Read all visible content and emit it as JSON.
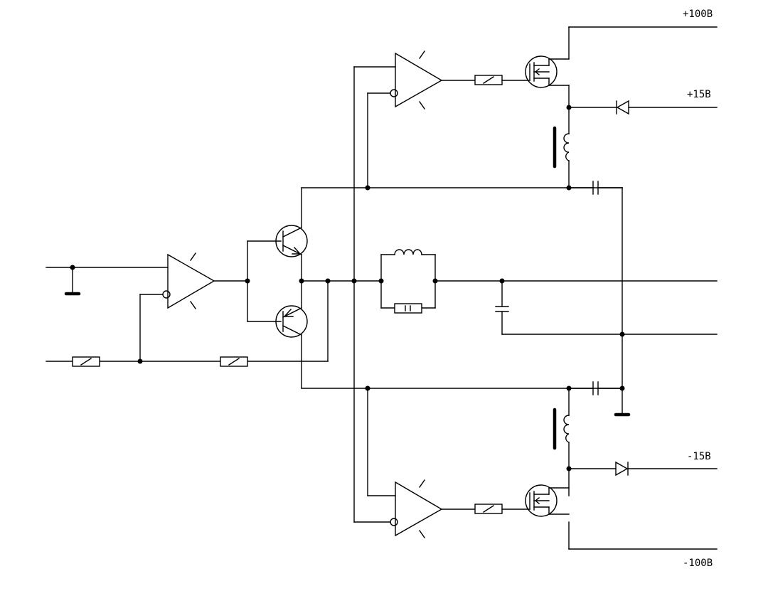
{
  "schematic": {
    "labels": {
      "plus_100": "+100В",
      "plus_15": "+15В",
      "minus_15": "-15В",
      "minus_100": "-100В"
    }
  }
}
